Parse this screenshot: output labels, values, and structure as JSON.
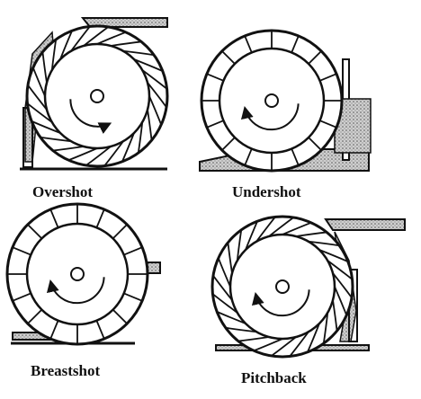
{
  "colors": {
    "ink": "#111111",
    "water_fill": "#bdbdbd",
    "background": "#ffffff"
  },
  "wheels": [
    {
      "name": "overshot",
      "label": "Overshot",
      "blade_style": "curved",
      "rotation": "clockwise"
    },
    {
      "name": "undershot",
      "label": "Undershot",
      "blade_style": "radial",
      "rotation": "counterclockwise"
    },
    {
      "name": "breastshot",
      "label": "Breastshot",
      "blade_style": "radial",
      "rotation": "counterclockwise"
    },
    {
      "name": "pitchback",
      "label": "Pitchback",
      "blade_style": "curved",
      "rotation": "counterclockwise"
    }
  ]
}
